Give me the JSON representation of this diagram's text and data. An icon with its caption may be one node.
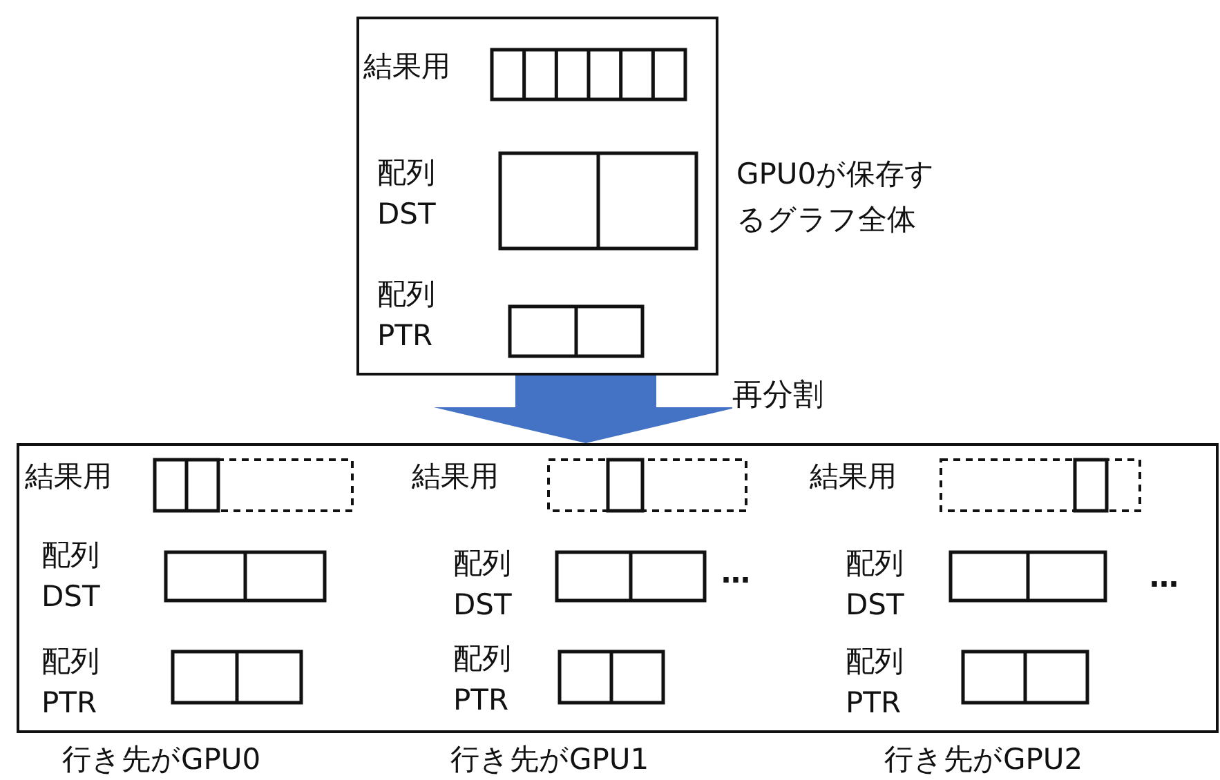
{
  "diagram": {
    "nodes": [
      {
        "text": [],
        "shape": "box",
        "beside": [
          "GPU0が保存するグラフ全体"
        ]
      },
      {
        "text": [],
        "shape": "box",
        "beside": [
          "行き先がGPU0",
          "行き先がGPU1",
          "行き先がGPU2"
        ]
      }
    ],
    "edges": [
      {
        "from": 0,
        "to": 1,
        "arrow": "to",
        "label": "再分割",
        "style": "thick",
        "color": "#4472c4"
      }
    ],
    "labels": [
      "結果用",
      "配列 DST",
      "配列 PTR",
      "結果用",
      "結果用",
      "結果用",
      "配列 DST",
      "配列 DST",
      "…",
      "配列 DST",
      "…",
      "配列 PTR",
      "配列 PTR",
      "配列 PTR"
    ]
  }
}
